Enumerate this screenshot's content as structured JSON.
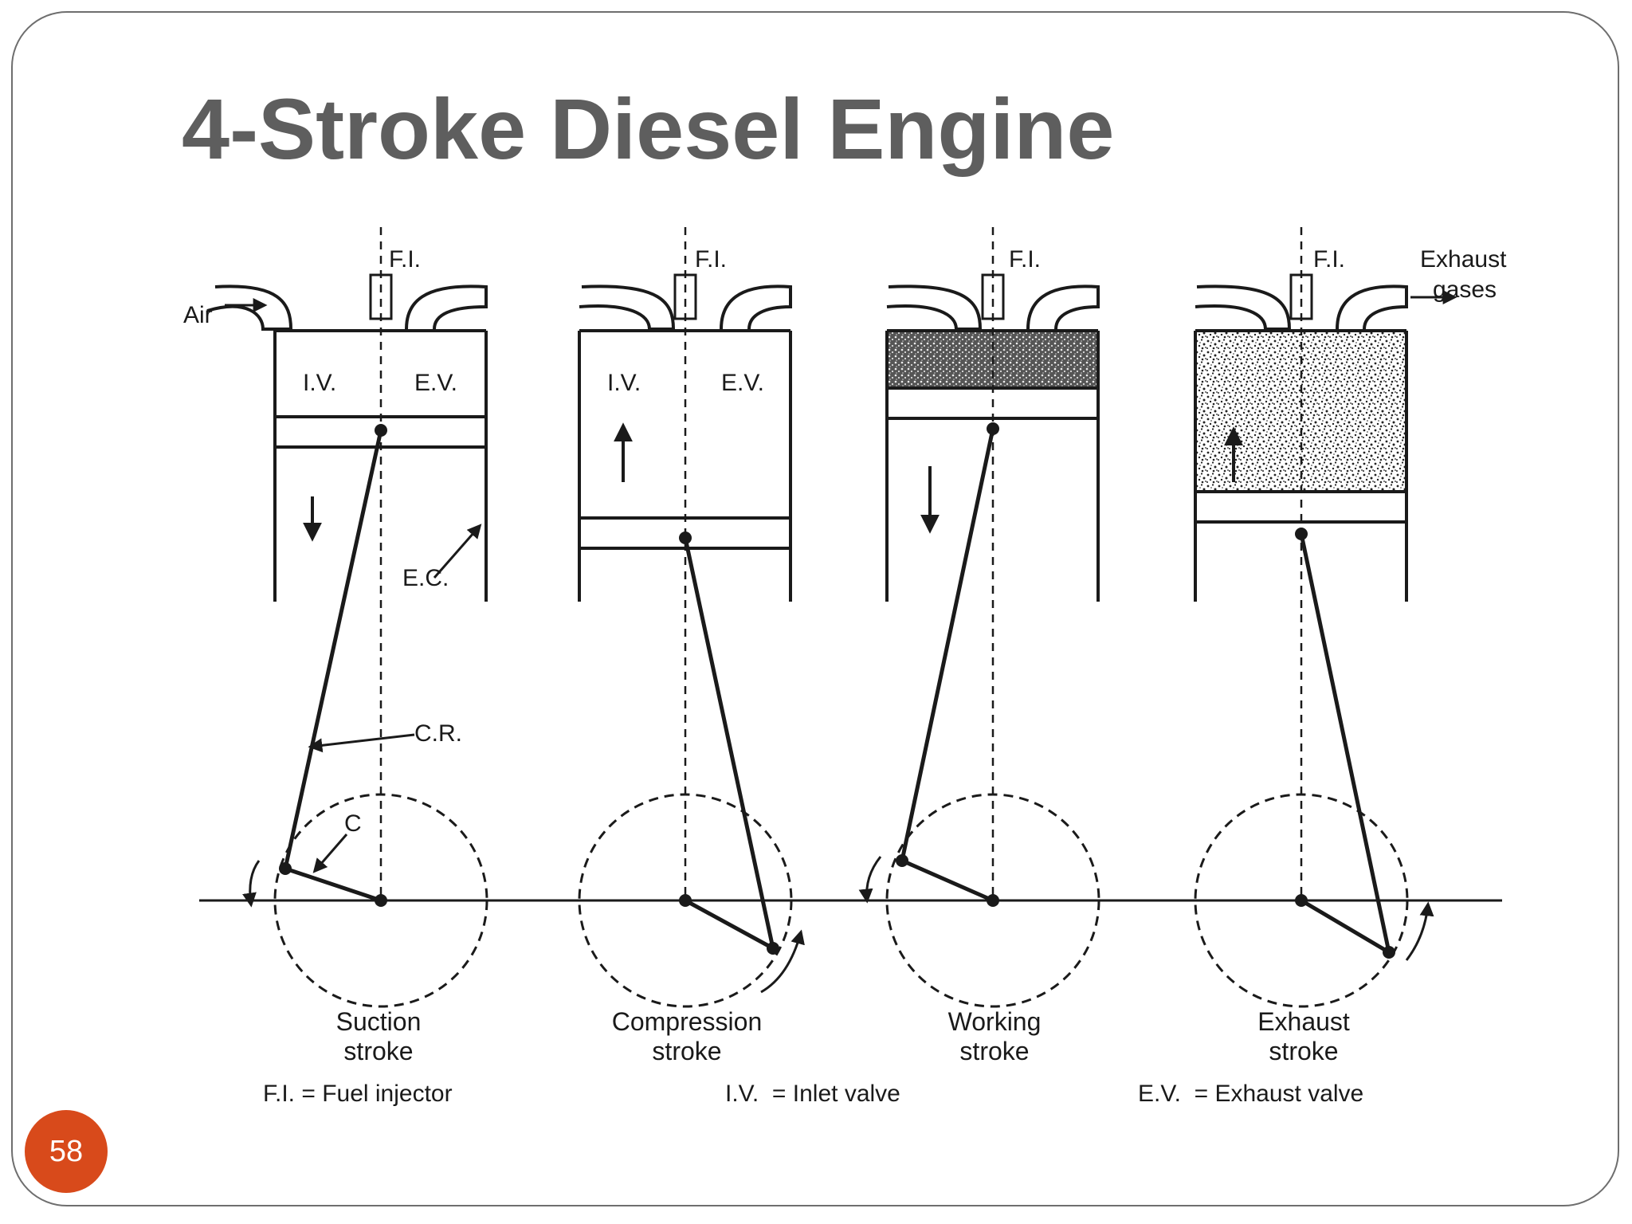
{
  "slide": {
    "title": "4-Stroke Diesel Engine",
    "page_number": "58",
    "accent_color": "#d84a1b",
    "title_color": "#5e5e5e"
  },
  "diagram": {
    "label_air": "Air",
    "label_exhaust_line1": "Exhaust",
    "label_exhaust_line2": "gases",
    "label_fi": "F.I.",
    "label_iv": "I.V.",
    "label_ev": "E.V.",
    "label_ec": "E.C.",
    "label_cr": "C.R.",
    "label_c": "C",
    "strokes": [
      {
        "line1": "Suction",
        "line2": "stroke"
      },
      {
        "line1": "Compression",
        "line2": "stroke"
      },
      {
        "line1": "Working",
        "line2": "stroke"
      },
      {
        "line1": "Exhaust",
        "line2": "stroke"
      }
    ],
    "legend": [
      "F.I. = Fuel injector",
      "I.V.  = Inlet valve",
      "E.V.  = Exhaust valve"
    ]
  }
}
